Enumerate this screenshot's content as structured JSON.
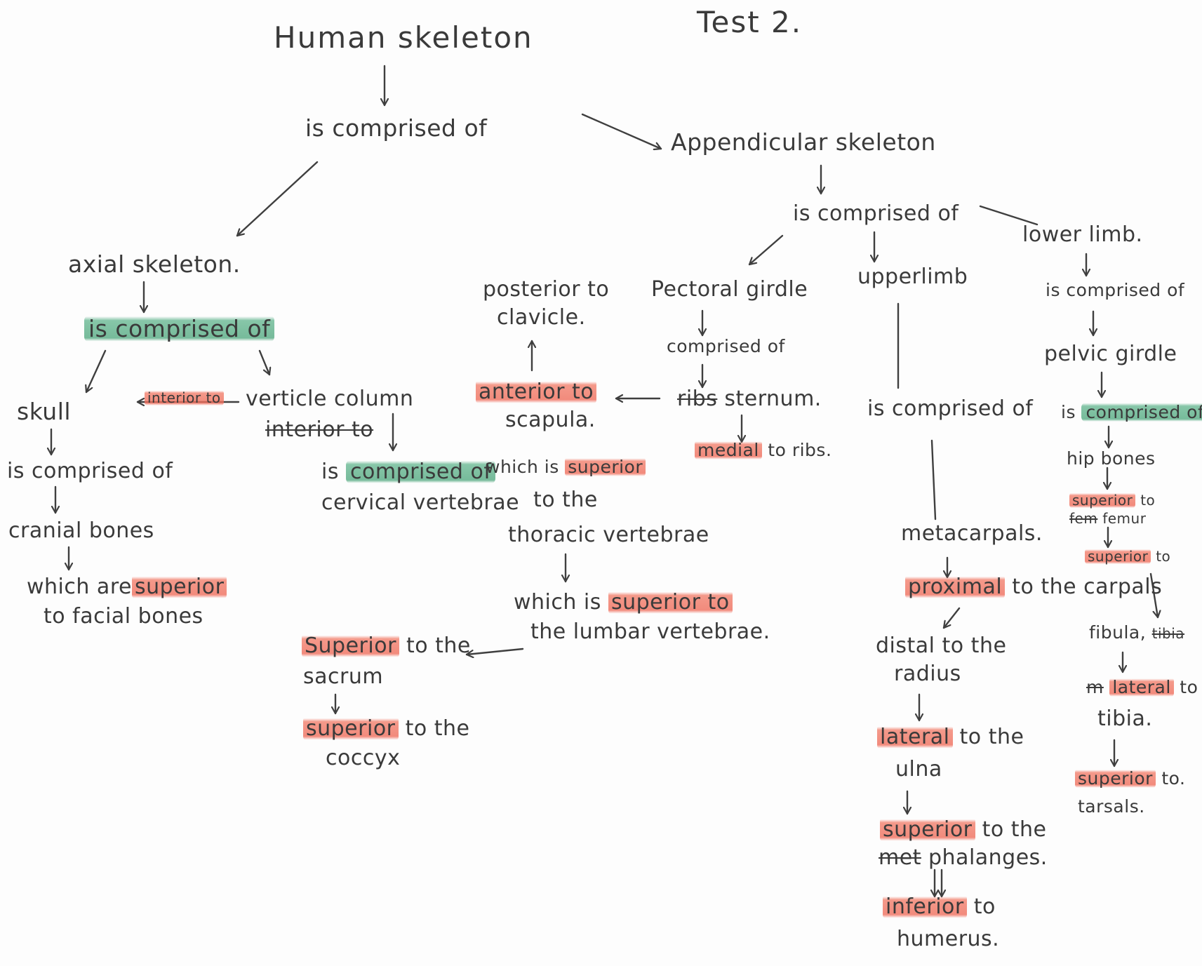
{
  "diagram": {
    "title": "Test 2.",
    "nodes": {
      "human": "Human skeleton",
      "comprised_top": "is comprised of",
      "appendicular": "Appendicular skeleton",
      "comprised_app": "is comprised of",
      "lower_limb": "lower limb.",
      "axial": "axial skeleton.",
      "comprised_axial": "is comprised of",
      "skull": "skull",
      "skull_comprised": "is comprised of",
      "cranial": "cranial bones",
      "which_are": "which are",
      "superior_1": "superior",
      "facial": "to facial bones",
      "interior_to_1": "interior to",
      "verticle": "verticle column",
      "interior_to_2": "interior to",
      "is_word": "is",
      "comprised_vert": "comprised of",
      "cervical": "cervical vertebrae",
      "which_is_1": "which is",
      "superior_2": "superior",
      "to_the_1": "to the",
      "thoracic": "thoracic vertebrae",
      "which_is_2": "which is",
      "superior_to_1": "superior to",
      "lumbar": "the lumbar vertebrae.",
      "superior_3": "Superior",
      "to_the_2": "to the",
      "sacrum": "sacrum",
      "superior_4": "superior",
      "to_the_3": "to the",
      "coccyx": "coccyx",
      "posterior": "posterior to",
      "clavicle": "clavicle.",
      "anterior": "anterior to",
      "scapula": "scapula.",
      "pectoral": "Pectoral girdle",
      "comprised_pec": "comprised of",
      "ribs_struck": "ribs",
      "sternum": "sternum.",
      "medial": "medial",
      "to_ribs": "to ribs.",
      "upper_limb": "upperlimb",
      "comprised_upper": "is comprised of",
      "metacarpals": "metacarpals.",
      "proximal": "proximal",
      "to_carpals": "to the carpals",
      "distal": "distal to the",
      "radius": "radius",
      "lateral_1": "lateral",
      "to_the_4": "to the",
      "ulna": "ulna",
      "superior_5": "superior",
      "to_the_5": "to the",
      "struck_met": "met",
      "phalanges": "phalanges.",
      "inferior": "inferior",
      "to_word": "to",
      "humerus": "humerus.",
      "comprised_lower": "is comprised of",
      "pelvic": "pelvic girdle",
      "is_word_2": "is",
      "comprised_pel": "comprised of",
      "hip": "hip bones",
      "superior_6": "superior",
      "to_word_2": "to",
      "struck_fem": "fem",
      "femur": "femur",
      "superior_7": "superior",
      "to_word_3": "to",
      "fibula": "fibula,",
      "struck_tibia": "tibia",
      "struck_m": "m",
      "lateral_2": "lateral",
      "to_word_4": "to",
      "tibia": "tibia.",
      "superior_8": "superior",
      "to_word_5": "to.",
      "tarsals": "tarsals."
    }
  },
  "colors": {
    "ink": "#3a3a3a",
    "highlight_red": "#ef6e5c",
    "highlight_green": "#55aa82"
  }
}
